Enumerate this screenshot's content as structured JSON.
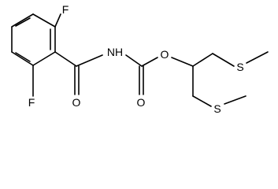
{
  "colors": {
    "bond": "#000000",
    "label": "#000000",
    "background": "#ffffff"
  },
  "atoms": {
    "f_top": "F",
    "f_bottom": "F",
    "o_carbonyl_amide": "O",
    "nh": "NH",
    "o_carbonyl_carbamate": "O",
    "o_ester": "O",
    "s_upper": "S",
    "s_lower": "S"
  }
}
